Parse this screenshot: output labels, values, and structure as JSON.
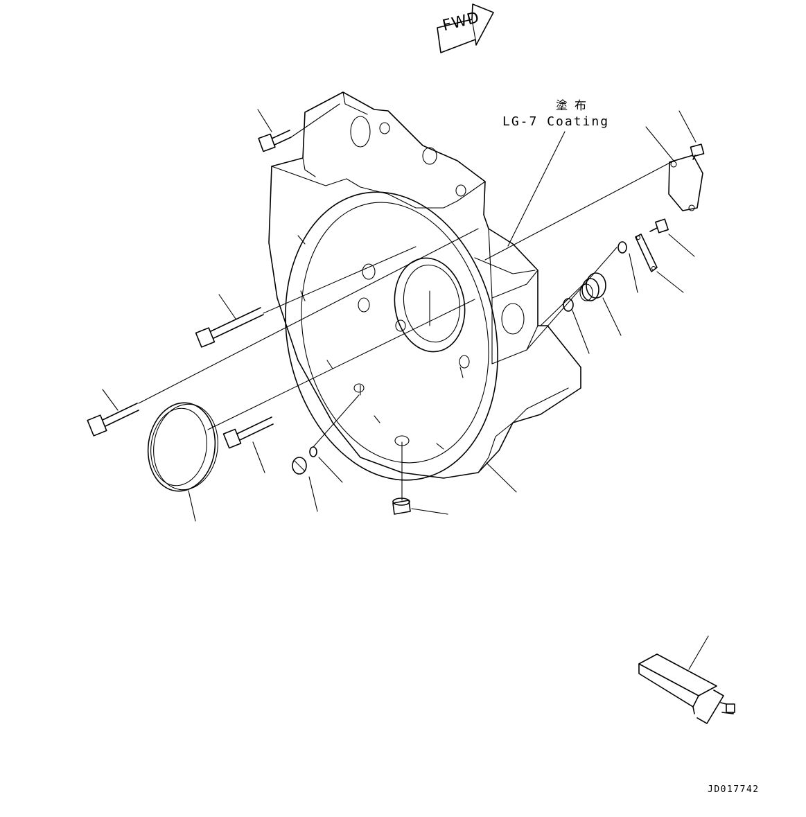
{
  "direction_marker": {
    "label": "FWD"
  },
  "annotations": {
    "coating_japanese": "塗布",
    "coating_english": "LG-7 Coating"
  },
  "drawing_id": "JD017742"
}
